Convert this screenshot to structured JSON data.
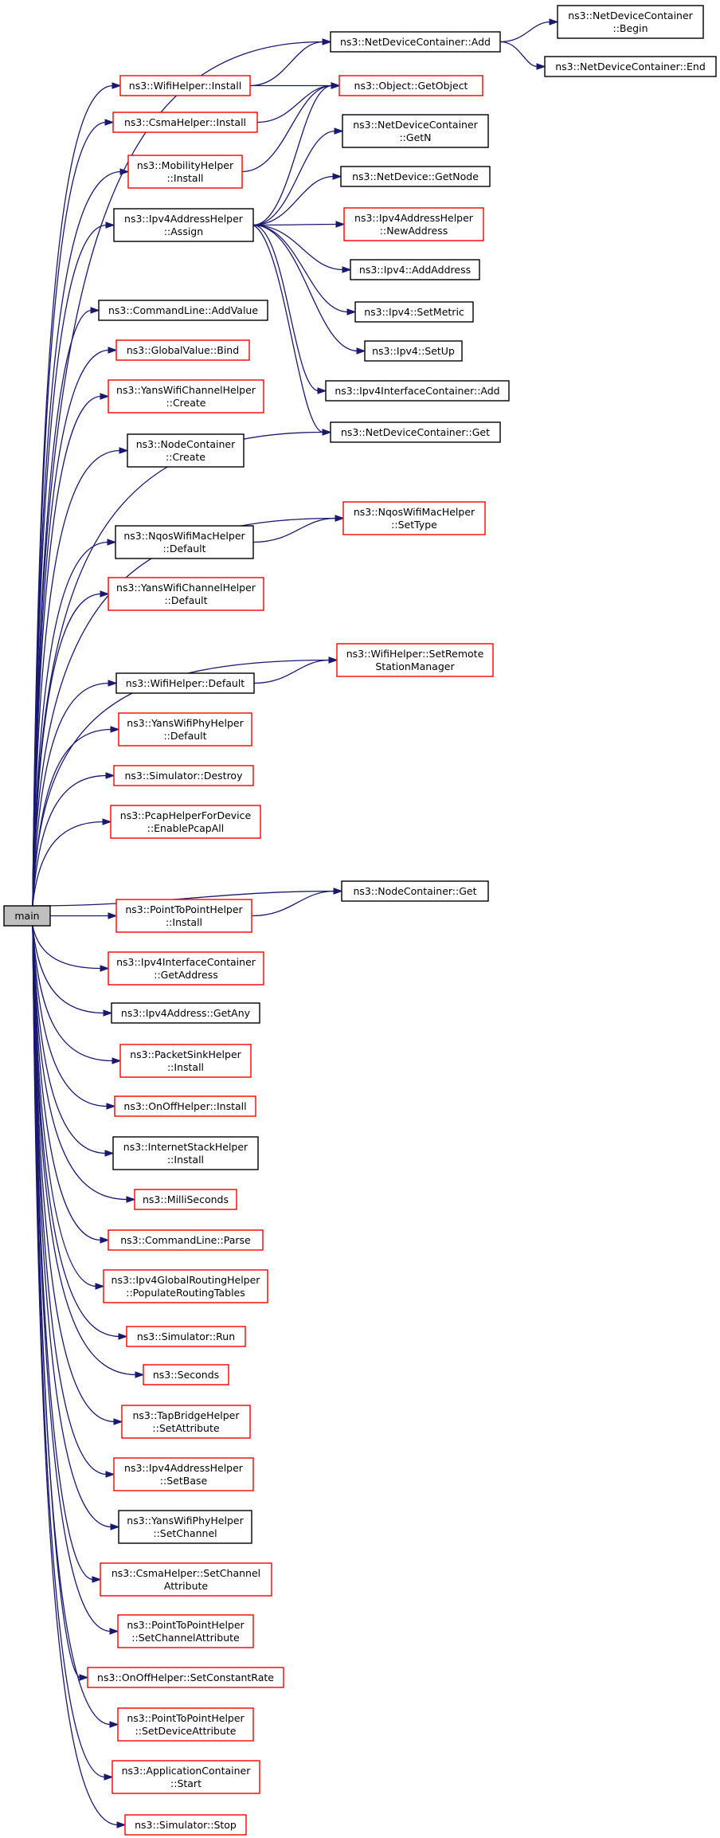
{
  "colors": {
    "edge": "#191970",
    "border_documented": "#000000",
    "border_undocumented": "#ff0000",
    "root_fill": "#bfbfbf"
  },
  "nodes": [
    {
      "id": "main",
      "lines": [
        "main"
      ],
      "style": "root"
    },
    {
      "id": "ndc_add",
      "lines": [
        "ns3::NetDeviceContainer::Add"
      ],
      "style": "black"
    },
    {
      "id": "ndc_begin",
      "lines": [
        "ns3::NetDeviceContainer",
        "::Begin"
      ],
      "style": "black"
    },
    {
      "id": "ndc_end",
      "lines": [
        "ns3::NetDeviceContainer::End"
      ],
      "style": "black"
    },
    {
      "id": "wifihelper_install",
      "lines": [
        "ns3::WifiHelper::Install"
      ],
      "style": "red"
    },
    {
      "id": "getobject",
      "lines": [
        "ns3::Object::GetObject"
      ],
      "style": "red"
    },
    {
      "id": "csma_install",
      "lines": [
        "ns3::CsmaHelper::Install"
      ],
      "style": "red"
    },
    {
      "id": "mobility_install",
      "lines": [
        "ns3::MobilityHelper",
        "::Install"
      ],
      "style": "red"
    },
    {
      "id": "ndc_getn",
      "lines": [
        "ns3::NetDeviceContainer",
        "::GetN"
      ],
      "style": "black"
    },
    {
      "id": "netdevice_getnode",
      "lines": [
        "ns3::NetDevice::GetNode"
      ],
      "style": "black"
    },
    {
      "id": "ipv4addr_assign",
      "lines": [
        "ns3::Ipv4AddressHelper",
        "::Assign"
      ],
      "style": "black"
    },
    {
      "id": "ipv4addr_newaddress",
      "lines": [
        "ns3::Ipv4AddressHelper",
        "::NewAddress"
      ],
      "style": "red"
    },
    {
      "id": "ipv4_addaddress",
      "lines": [
        "ns3::Ipv4::AddAddress"
      ],
      "style": "black"
    },
    {
      "id": "ipv4_setmetric",
      "lines": [
        "ns3::Ipv4::SetMetric"
      ],
      "style": "black"
    },
    {
      "id": "cmd_addvalue",
      "lines": [
        "ns3::CommandLine::AddValue"
      ],
      "style": "black"
    },
    {
      "id": "ipv4_setup",
      "lines": [
        "ns3::Ipv4::SetUp"
      ],
      "style": "black"
    },
    {
      "id": "globalvalue_bind",
      "lines": [
        "ns3::GlobalValue::Bind"
      ],
      "style": "red"
    },
    {
      "id": "ipv4ic_add",
      "lines": [
        "ns3::Ipv4InterfaceContainer::Add"
      ],
      "style": "black"
    },
    {
      "id": "yanschan_create",
      "lines": [
        "ns3::YansWifiChannelHelper",
        "::Create"
      ],
      "style": "red"
    },
    {
      "id": "ndc_get",
      "lines": [
        "ns3::NetDeviceContainer::Get"
      ],
      "style": "black"
    },
    {
      "id": "nc_create",
      "lines": [
        "ns3::NodeContainer",
        "::Create"
      ],
      "style": "black"
    },
    {
      "id": "nqos_settype",
      "lines": [
        "ns3::NqosWifiMacHelper",
        "::SetType"
      ],
      "style": "red"
    },
    {
      "id": "nqos_default",
      "lines": [
        "ns3::NqosWifiMacHelper",
        "::Default"
      ],
      "style": "black"
    },
    {
      "id": "yanschan_default",
      "lines": [
        "ns3::YansWifiChannelHelper",
        "::Default"
      ],
      "style": "red"
    },
    {
      "id": "wifihelper_setremote",
      "lines": [
        "ns3::WifiHelper::SetRemote",
        "StationManager"
      ],
      "style": "red"
    },
    {
      "id": "wifihelper_default",
      "lines": [
        "ns3::WifiHelper::Default"
      ],
      "style": "black"
    },
    {
      "id": "yansphy_default",
      "lines": [
        "ns3::YansWifiPhyHelper",
        "::Default"
      ],
      "style": "red"
    },
    {
      "id": "sim_destroy",
      "lines": [
        "ns3::Simulator::Destroy"
      ],
      "style": "red"
    },
    {
      "id": "pcap_enableall",
      "lines": [
        "ns3::PcapHelperForDevice",
        "::EnablePcapAll"
      ],
      "style": "red"
    },
    {
      "id": "nc_get",
      "lines": [
        "ns3::NodeContainer::Get"
      ],
      "style": "black"
    },
    {
      "id": "p2p_install",
      "lines": [
        "ns3::PointToPointHelper",
        "::Install"
      ],
      "style": "red"
    },
    {
      "id": "ipv4ic_getaddress",
      "lines": [
        "ns3::Ipv4InterfaceContainer",
        "::GetAddress"
      ],
      "style": "red"
    },
    {
      "id": "ipv4address_getany",
      "lines": [
        "ns3::Ipv4Address::GetAny"
      ],
      "style": "black"
    },
    {
      "id": "packetsink_install",
      "lines": [
        "ns3::PacketSinkHelper",
        "::Install"
      ],
      "style": "red"
    },
    {
      "id": "onoff_install",
      "lines": [
        "ns3::OnOffHelper::Install"
      ],
      "style": "red"
    },
    {
      "id": "internetstack_install",
      "lines": [
        "ns3::InternetStackHelper",
        "::Install"
      ],
      "style": "black"
    },
    {
      "id": "milliseconds",
      "lines": [
        "ns3::MilliSeconds"
      ],
      "style": "red"
    },
    {
      "id": "cmd_parse",
      "lines": [
        "ns3::CommandLine::Parse"
      ],
      "style": "red"
    },
    {
      "id": "ipv4global_populate",
      "lines": [
        "ns3::Ipv4GlobalRoutingHelper",
        "::PopulateRoutingTables"
      ],
      "style": "red"
    },
    {
      "id": "sim_run",
      "lines": [
        "ns3::Simulator::Run"
      ],
      "style": "red"
    },
    {
      "id": "seconds",
      "lines": [
        "ns3::Seconds"
      ],
      "style": "red"
    },
    {
      "id": "tapbridge_setattribute",
      "lines": [
        "ns3::TapBridgeHelper",
        "::SetAttribute"
      ],
      "style": "red"
    },
    {
      "id": "ipv4addr_setbase",
      "lines": [
        "ns3::Ipv4AddressHelper",
        "::SetBase"
      ],
      "style": "red"
    },
    {
      "id": "yansphy_setchannel",
      "lines": [
        "ns3::YansWifiPhyHelper",
        "::SetChannel"
      ],
      "style": "black"
    },
    {
      "id": "csma_setchannelattr",
      "lines": [
        "ns3::CsmaHelper::SetChannel",
        "Attribute"
      ],
      "style": "red"
    },
    {
      "id": "p2p_setchannelattr",
      "lines": [
        "ns3::PointToPointHelper",
        "::SetChannelAttribute"
      ],
      "style": "red"
    },
    {
      "id": "onoff_setconstantrate",
      "lines": [
        "ns3::OnOffHelper::SetConstantRate"
      ],
      "style": "red"
    },
    {
      "id": "p2p_setdeviceattr",
      "lines": [
        "ns3::PointToPointHelper",
        "::SetDeviceAttribute"
      ],
      "style": "red"
    },
    {
      "id": "appcontainer_start",
      "lines": [
        "ns3::ApplicationContainer",
        "::Start"
      ],
      "style": "red"
    },
    {
      "id": "sim_stop",
      "lines": [
        "ns3::Simulator::Stop"
      ],
      "style": "red"
    }
  ],
  "edges": [
    [
      "main",
      "ndc_add"
    ],
    [
      "main",
      "wifihelper_install"
    ],
    [
      "main",
      "csma_install"
    ],
    [
      "main",
      "mobility_install"
    ],
    [
      "main",
      "ipv4addr_assign"
    ],
    [
      "main",
      "ndc_get"
    ],
    [
      "main",
      "cmd_addvalue"
    ],
    [
      "main",
      "globalvalue_bind"
    ],
    [
      "main",
      "yanschan_create"
    ],
    [
      "main",
      "nc_create"
    ],
    [
      "main",
      "nqos_settype"
    ],
    [
      "main",
      "nqos_default"
    ],
    [
      "main",
      "yanschan_default"
    ],
    [
      "main",
      "wifihelper_setremote"
    ],
    [
      "main",
      "wifihelper_default"
    ],
    [
      "main",
      "yansphy_default"
    ],
    [
      "main",
      "sim_destroy"
    ],
    [
      "main",
      "pcap_enableall"
    ],
    [
      "main",
      "nc_get"
    ],
    [
      "main",
      "p2p_install"
    ],
    [
      "main",
      "ipv4ic_getaddress"
    ],
    [
      "main",
      "ipv4address_getany"
    ],
    [
      "main",
      "packetsink_install"
    ],
    [
      "main",
      "onoff_install"
    ],
    [
      "main",
      "internetstack_install"
    ],
    [
      "main",
      "milliseconds"
    ],
    [
      "main",
      "cmd_parse"
    ],
    [
      "main",
      "ipv4global_populate"
    ],
    [
      "main",
      "sim_run"
    ],
    [
      "main",
      "seconds"
    ],
    [
      "main",
      "tapbridge_setattribute"
    ],
    [
      "main",
      "ipv4addr_setbase"
    ],
    [
      "main",
      "yansphy_setchannel"
    ],
    [
      "main",
      "csma_setchannelattr"
    ],
    [
      "main",
      "p2p_setchannelattr"
    ],
    [
      "main",
      "onoff_setconstantrate"
    ],
    [
      "main",
      "p2p_setdeviceattr"
    ],
    [
      "main",
      "appcontainer_start"
    ],
    [
      "main",
      "sim_stop"
    ],
    [
      "ndc_add",
      "ndc_begin"
    ],
    [
      "ndc_add",
      "ndc_end"
    ],
    [
      "wifihelper_install",
      "ndc_add"
    ],
    [
      "wifihelper_install",
      "getobject"
    ],
    [
      "csma_install",
      "getobject"
    ],
    [
      "mobility_install",
      "getobject"
    ],
    [
      "ipv4addr_assign",
      "getobject"
    ],
    [
      "ipv4addr_assign",
      "ndc_getn"
    ],
    [
      "ipv4addr_assign",
      "netdevice_getnode"
    ],
    [
      "ipv4addr_assign",
      "ipv4addr_newaddress"
    ],
    [
      "ipv4addr_assign",
      "ipv4_addaddress"
    ],
    [
      "ipv4addr_assign",
      "ipv4_setmetric"
    ],
    [
      "ipv4addr_assign",
      "ipv4_setup"
    ],
    [
      "ipv4addr_assign",
      "ipv4ic_add"
    ],
    [
      "ipv4addr_assign",
      "ndc_get"
    ],
    [
      "nqos_default",
      "nqos_settype"
    ],
    [
      "wifihelper_default",
      "wifihelper_setremote"
    ],
    [
      "p2p_install",
      "nc_get"
    ]
  ]
}
